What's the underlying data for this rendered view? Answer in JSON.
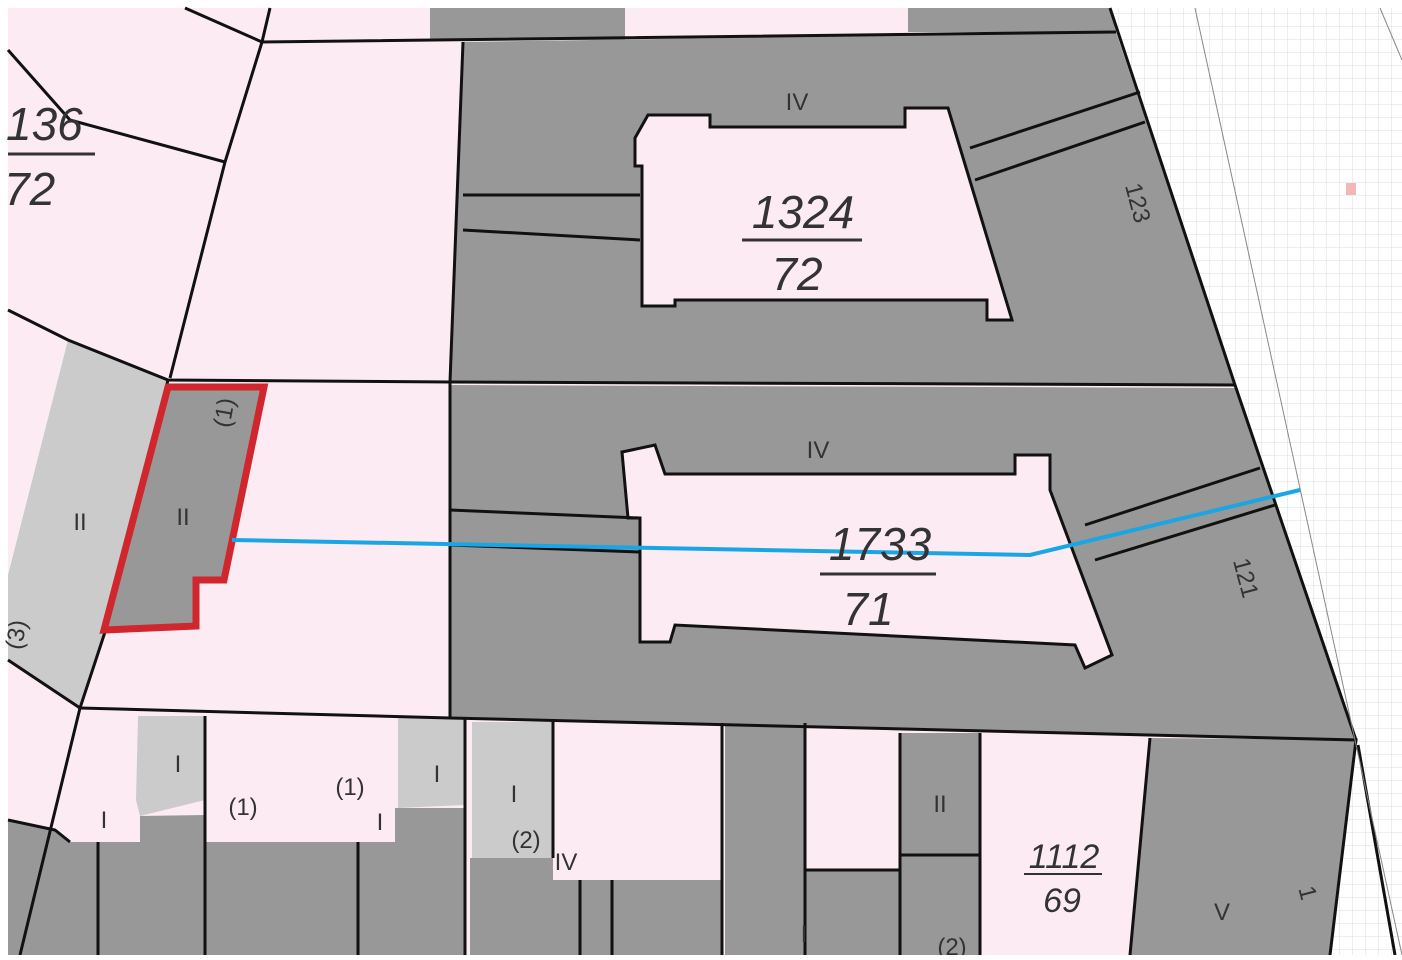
{
  "colors": {
    "background": "#ffffff",
    "grid": "#dcdcdc",
    "parcel_pink": "#fdebf4",
    "building_dark": "#989898",
    "building_light": "#cbcbcb",
    "boundary": "#111111",
    "selected_outline": "#d0262d",
    "measure_line": "#1aa6e4",
    "marker": "#f2b8b8"
  },
  "parcels": [
    {
      "numerator": "136",
      "denominator": "72"
    },
    {
      "numerator": "1324",
      "denominator": "72"
    },
    {
      "numerator": "1733",
      "denominator": "71"
    },
    {
      "numerator": "1112",
      "denominator": "69"
    }
  ],
  "floor_labels": {
    "iv_top": "IV",
    "iv_mid": "IV",
    "ii_light": "II",
    "ii_selected": "II",
    "i_a": "I",
    "i_b": "I",
    "i_c": "I",
    "i_d": "I",
    "i_e": "I",
    "i_f": "I",
    "iv_bottom": "IV",
    "ii_bottom": "II",
    "i_bottom": "I",
    "v_bottom": "V",
    "one_edge": "1"
  },
  "annotations": {
    "p1_sel": "(1)",
    "p3_left": "(3)",
    "p1_a": "(1)",
    "p1_b": "(1)",
    "p2": "(2)",
    "p2_bottom": "(2)"
  },
  "house_numbers": {
    "h123": "123",
    "h121": "121"
  }
}
